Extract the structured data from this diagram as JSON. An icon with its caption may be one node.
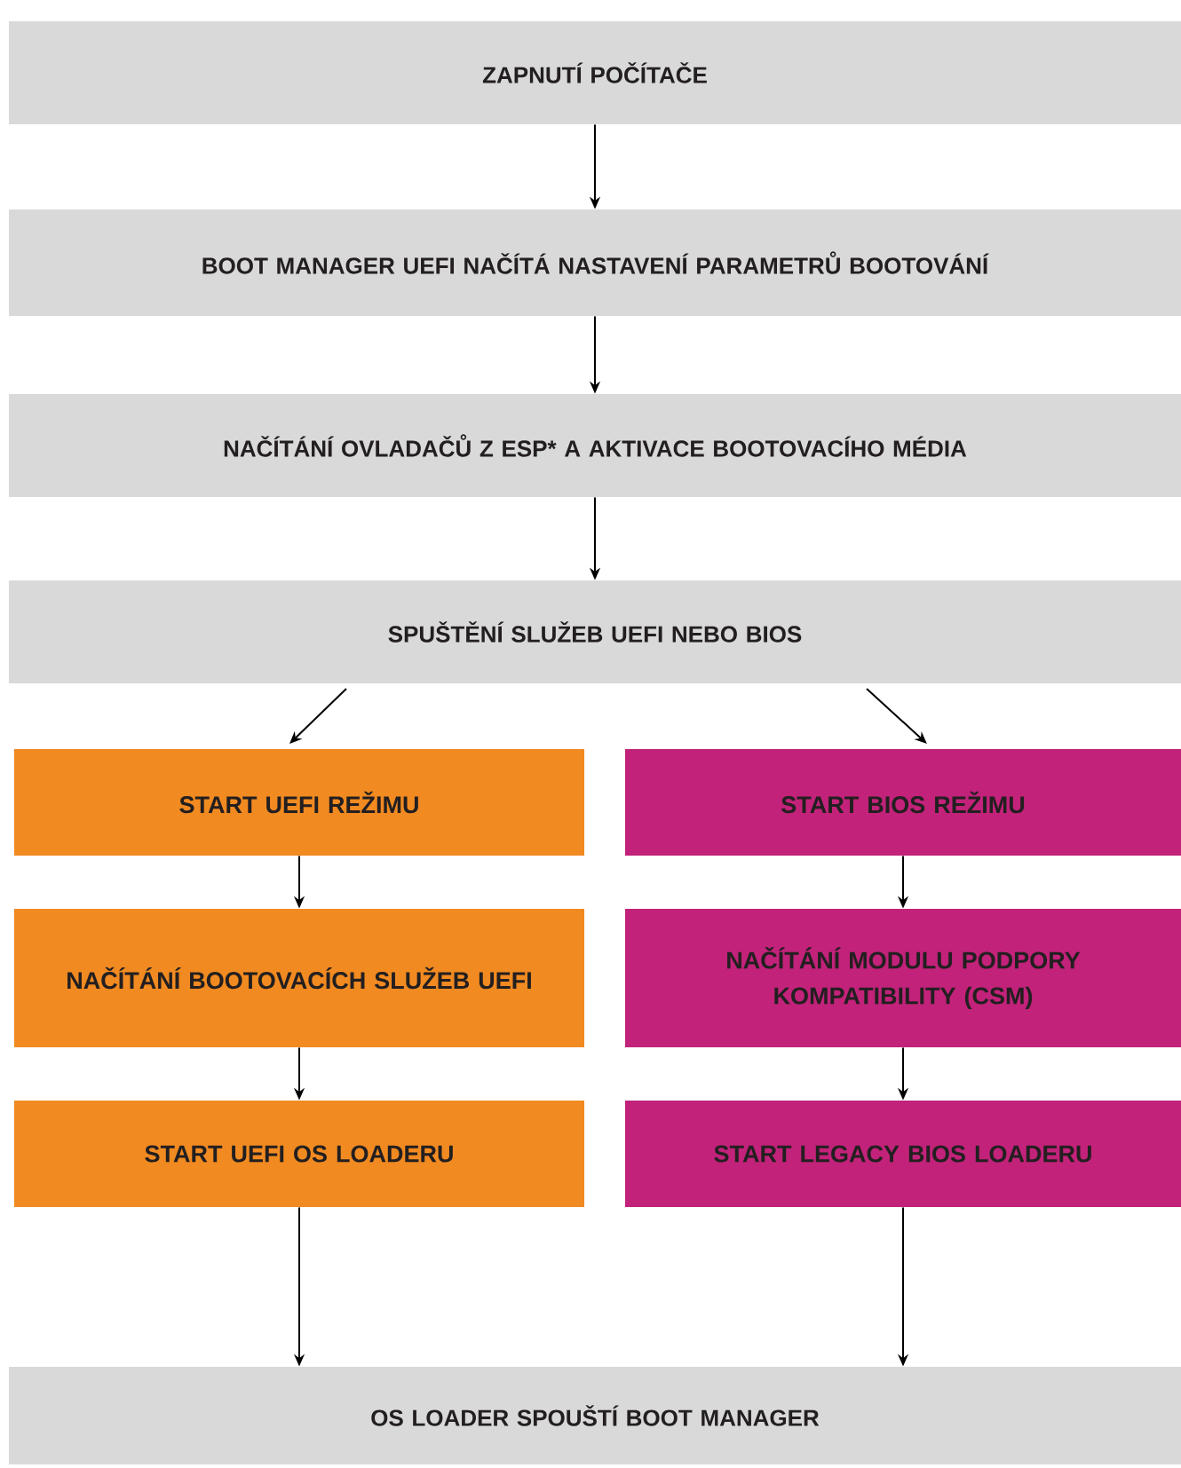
{
  "diagram": {
    "nodes": [
      {
        "text": [
          "ZAPNUTÍ POČÍTAČE"
        ]
      },
      {
        "text": [
          "BOOT MANAGER UEFI NAČÍTÁ NASTAVENÍ PARAMETRŮ BOOTOVÁNÍ"
        ]
      },
      {
        "text": [
          "NAČÍTÁNÍ OVLADAČŮ Z ESP* A AKTIVACE BOOTOVACÍHO MÉDIA"
        ]
      },
      {
        "text": [
          "SPUŠTĚNÍ SLUŽEB UEFI NEBO BIOS"
        ]
      },
      {
        "text": [
          "START UEFI REŽIMU"
        ]
      },
      {
        "text": [
          "START BIOS REŽIMU"
        ]
      },
      {
        "text": [
          "NAČÍTÁNÍ BOOTOVACÍCH SLUŽEB UEFI"
        ]
      },
      {
        "text": [
          "NAČÍTÁNÍ MODULU PODPORY KOMPATIBILITY (CSM)"
        ]
      },
      {
        "text": [
          "START UEFI OS LOADERU"
        ]
      },
      {
        "text": [
          "START LEGACY BIOS LOADERU"
        ]
      },
      {
        "text": [
          "OS LOADER SPOUŠTÍ BOOT MANAGER"
        ]
      }
    ],
    "edges": [
      {
        "from": 0,
        "to": 1,
        "arrow": "to"
      },
      {
        "from": 1,
        "to": 2,
        "arrow": "to"
      },
      {
        "from": 2,
        "to": 3,
        "arrow": "to"
      },
      {
        "from": 3,
        "to": 4,
        "arrow": "to"
      },
      {
        "from": 3,
        "to": 5,
        "arrow": "to"
      },
      {
        "from": 4,
        "to": 6,
        "arrow": "to"
      },
      {
        "from": 5,
        "to": 7,
        "arrow": "to"
      },
      {
        "from": 6,
        "to": 8,
        "arrow": "to"
      },
      {
        "from": 7,
        "to": 9,
        "arrow": "to"
      },
      {
        "from": 8,
        "to": 10,
        "arrow": "to"
      },
      {
        "from": 9,
        "to": 10,
        "arrow": "to"
      }
    ]
  }
}
